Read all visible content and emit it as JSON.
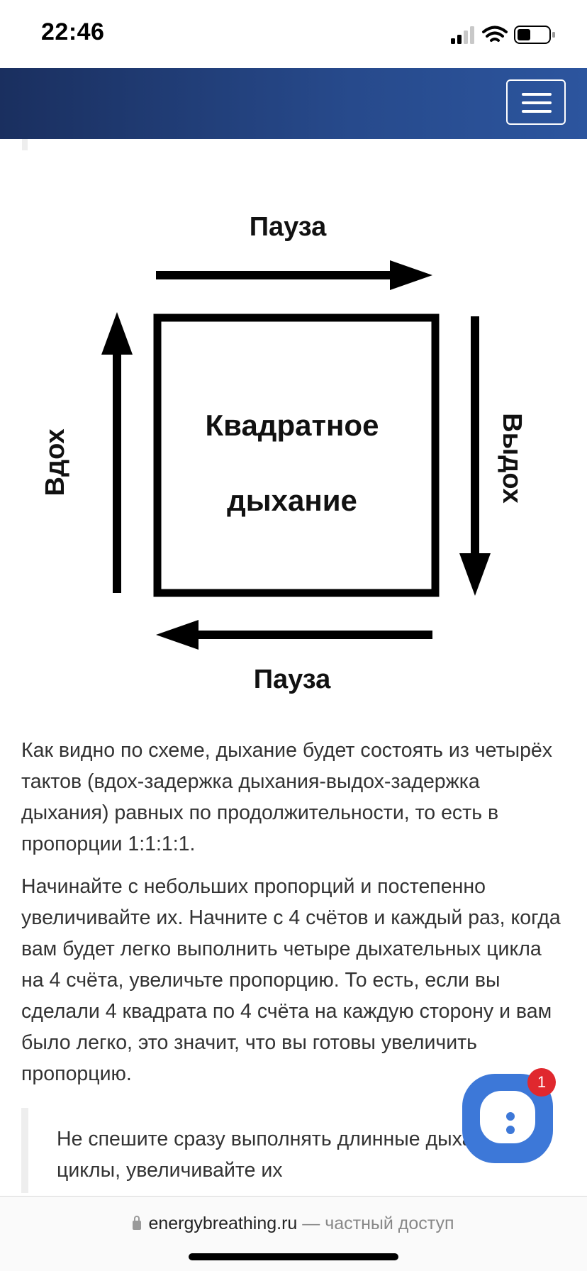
{
  "status_bar": {
    "time": "22:46",
    "icons": [
      "signal-icon",
      "wifi-icon",
      "battery-icon"
    ]
  },
  "header": {
    "menu_icon": "hamburger-menu-icon",
    "colors": {
      "gradient_start": "#1a2f5f",
      "gradient_end": "#2c559e"
    }
  },
  "diagram": {
    "top_label": "Пауза",
    "bottom_label": "Пауза",
    "left_label": "Вдох",
    "right_label": "Выдох",
    "center_line1": "Квадратное",
    "center_line2": "дыхание"
  },
  "article": {
    "paragraph1": "Как видно по схеме, дыхание будет состоять из четырёх тактов (вдох-задержка дыхания-выдох-задержка дыхания) равных по продолжительности, то есть в пропорции 1:1:1:1.",
    "paragraph2": "Начинайте с небольших пропорций и постепенно увеличивайте их. Начните с 4 счётов и каждый раз, когда вам будет легко выполнить четыре дыхательных цикла на 4 счёта, увеличьте пропорцию. То есть, если вы сделали 4 квадрата по 4 счёта на каждую сторону и вам было легко, это значит, что вы готовы увеличить пропорцию.",
    "callout": "Не спешите сразу выполнять длинные дыхательные циклы, увеличивайте их"
  },
  "chat": {
    "badge_count": "1",
    "color": "#3d78d8",
    "badge_color": "#e0282e"
  },
  "bottom_bar": {
    "domain": "energybreathing.ru",
    "suffix": " — частный доступ"
  }
}
